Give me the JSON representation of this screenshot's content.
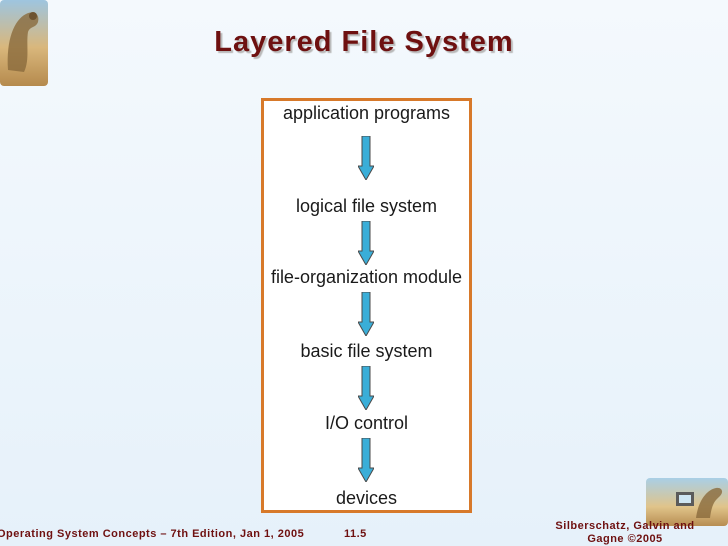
{
  "slide": {
    "title": "Layered File System"
  },
  "diagram": {
    "layers": [
      "application programs",
      "logical file system",
      "file-organization module",
      "basic file system",
      "I/O control",
      "devices"
    ]
  },
  "footer": {
    "book": "Operating System Concepts – 7th Edition, Jan 1, 2005",
    "page": "11.5",
    "authors": "Silberschatz, Galvin and Gagne ©2005"
  },
  "colors": {
    "title": "#6e1010",
    "box_border": "#d7792a",
    "arrow_fill": "#3aaed8"
  }
}
